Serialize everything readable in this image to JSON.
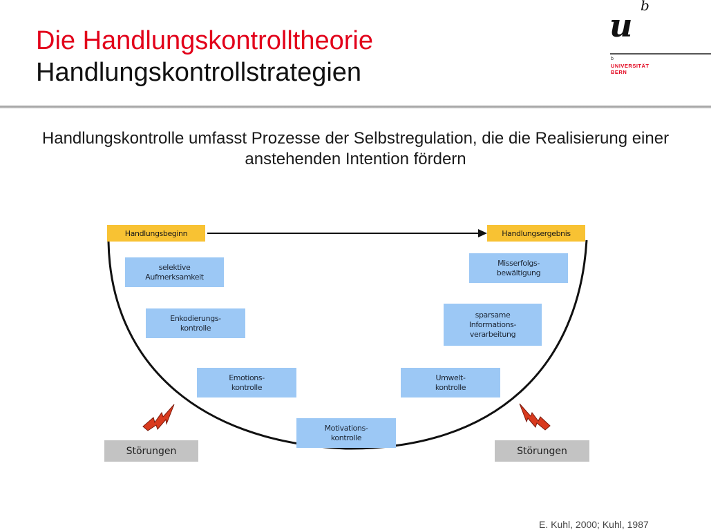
{
  "header": {
    "title": "Die Handlungskontrolltheorie",
    "subtitle": "Handlungskontrollstrategien",
    "logo": {
      "letter": "u",
      "superscript": "b",
      "small_b": "b",
      "line1": "UNIVERSITÄT",
      "line2": "BERN"
    }
  },
  "lead_text": "Handlungskontrolle umfasst Prozesse der Selbstregulation, die die Realisierung einer anstehenden Intention fördern",
  "diagram": {
    "start_label": "Handlungsbeginn",
    "end_label": "Handlungsergebnis",
    "left_strategies": [
      {
        "line1": "selektive",
        "line2": "Aufmerksamkeit"
      },
      {
        "line1": "Enkodierungs-",
        "line2": "kontrolle"
      },
      {
        "line1": "Emotions-",
        "line2": "kontrolle"
      }
    ],
    "bottom_strategy": {
      "line1": "Motivations-",
      "line2": "kontrolle"
    },
    "right_strategies": [
      {
        "line1": "Misserfolgs-",
        "line2": "bewältigung"
      },
      {
        "line1": "sparsame",
        "line2": "Informations-",
        "line3": "verarbeitung"
      },
      {
        "line1": "Umwelt-",
        "line2": "kontrolle"
      }
    ],
    "disturbance_left": "Störungen",
    "disturbance_right": "Störungen",
    "icons": {
      "disturbance": "lightning-bolt-icon",
      "flow": "arrow-right-icon"
    },
    "colors": {
      "tag": "#f8c233",
      "strategy": "#9cc8f5",
      "disturbance_box": "#c3c3c3",
      "bolt": "#d93a1e",
      "title_red": "#e2001a"
    }
  },
  "citation": "E. Kuhl, 2000; Kuhl, 1987"
}
